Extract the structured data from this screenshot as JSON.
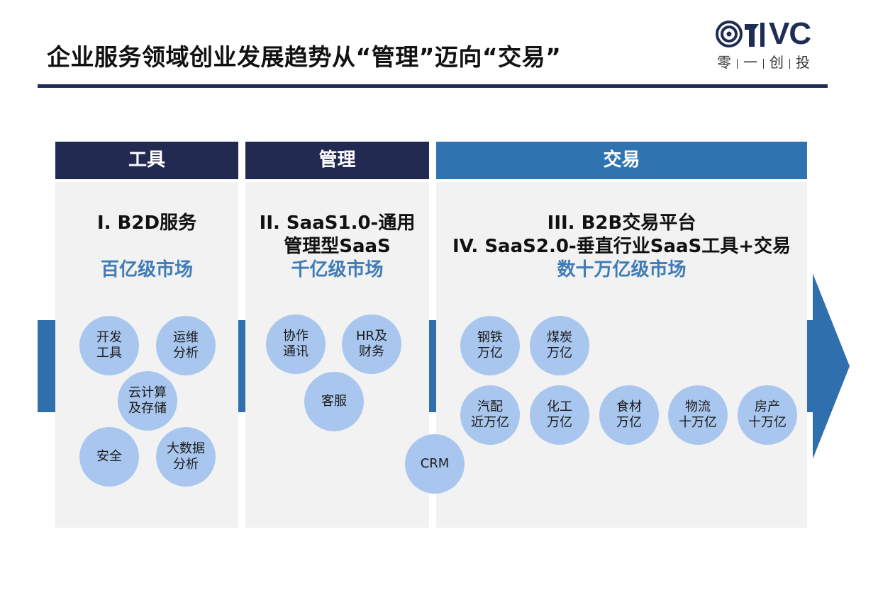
{
  "title": "企业服务领域创业发展趋势从“管理”迈向“交易”",
  "logo": {
    "wordmark": "VC",
    "chinese": [
      "零",
      "一",
      "创",
      "投"
    ]
  },
  "columns": {
    "tools": {
      "header": "工具",
      "title_lines": [
        "I. B2D服务"
      ],
      "market": "百亿级市场",
      "bubbles": [
        [
          "开发",
          "工具"
        ],
        [
          "运维",
          "分析"
        ],
        [
          "云计算",
          "及存储"
        ],
        [
          "安全"
        ],
        [
          "大数据",
          "分析"
        ]
      ]
    },
    "management": {
      "header": "管理",
      "title_lines": [
        "II. SaaS1.0-通用",
        "管理型SaaS"
      ],
      "market": "千亿级市场",
      "bubbles": [
        [
          "协作",
          "通讯"
        ],
        [
          "HR及",
          "财务"
        ],
        [
          "客服"
        ]
      ]
    },
    "trading": {
      "header": "交易",
      "title_lines": [
        "III. B2B交易平台",
        "IV. SaaS2.0-垂直行业SaaS工具+交易"
      ],
      "market": "数十万亿级市场",
      "bubbles": [
        [
          "钢铁",
          "万亿"
        ],
        [
          "煤炭",
          "万亿"
        ],
        [
          "汽配",
          "近万亿"
        ],
        [
          "化工",
          "万亿"
        ],
        [
          "食材",
          "万亿"
        ],
        [
          "物流",
          "十万亿"
        ],
        [
          "房产",
          "十万亿"
        ]
      ]
    }
  },
  "crm_bubble": "CRM",
  "colors": {
    "navy": "#232a52",
    "header_blue": "#2f74b0",
    "arrow_blue": "#2f6fad",
    "market_blue": "#3f7cb7",
    "bubble_fill": "#a9c7ee",
    "panel_gray": "#f2f2f2"
  }
}
